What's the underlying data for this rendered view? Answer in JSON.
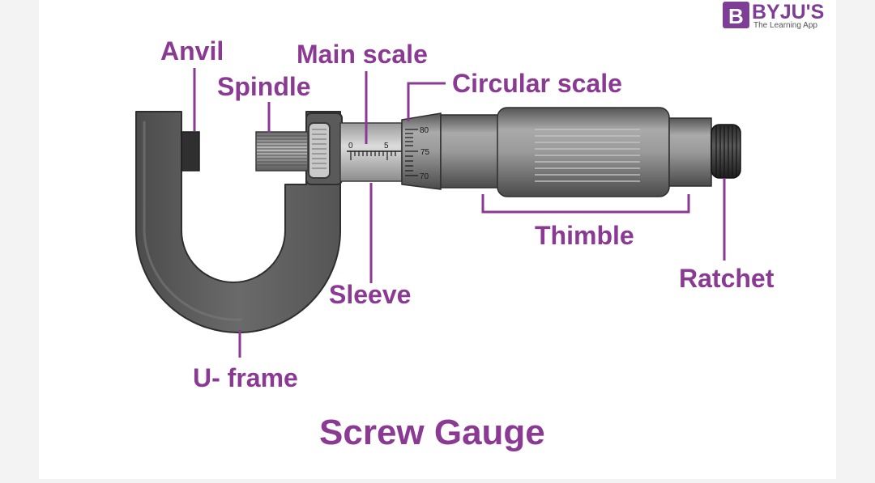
{
  "brand": {
    "logo_letter": "B",
    "name": "BYJU'S",
    "tagline": "The Learning App"
  },
  "title": "Screw Gauge",
  "labels": {
    "anvil": "Anvil",
    "spindle": "Spindle",
    "main_scale": "Main scale",
    "circular_scale": "Circular scale",
    "thimble": "Thimble",
    "ratchet": "Ratchet",
    "sleeve": "Sleeve",
    "u_frame": "U- frame"
  },
  "main_scale_ticks": [
    "0",
    "5"
  ],
  "circular_scale_ticks": [
    "80",
    "75",
    "70"
  ],
  "colors": {
    "label": "#8b3a93",
    "leader": "#8b3a93",
    "metal_dark": "#3c3c3c",
    "metal_mid": "#6f6f6f",
    "metal_light": "#b0b0b0",
    "brand": "#7e3d97"
  }
}
